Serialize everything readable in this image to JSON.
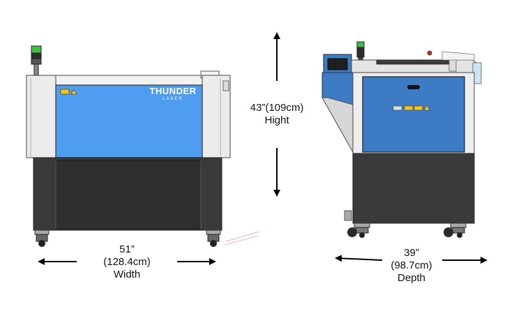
{
  "front_view": {
    "brand_name": "THUNDER",
    "brand_sub": "LASER",
    "width_value": "51”",
    "width_metric": "(128.4cm)",
    "width_label": "Width"
  },
  "height_dim": {
    "value_metric": "43”(109cm)",
    "label": "Hight"
  },
  "side_view": {
    "depth_value": "39”",
    "depth_metric": "(98.7cm)",
    "depth_label": "Depth"
  },
  "colors": {
    "panel_blue": "#4f9df0",
    "side_blue": "#3d7bc4",
    "cabinet_dark": "#3a3a3a",
    "frame_light": "#ececec",
    "beacon_green": "#3fbf3f"
  }
}
